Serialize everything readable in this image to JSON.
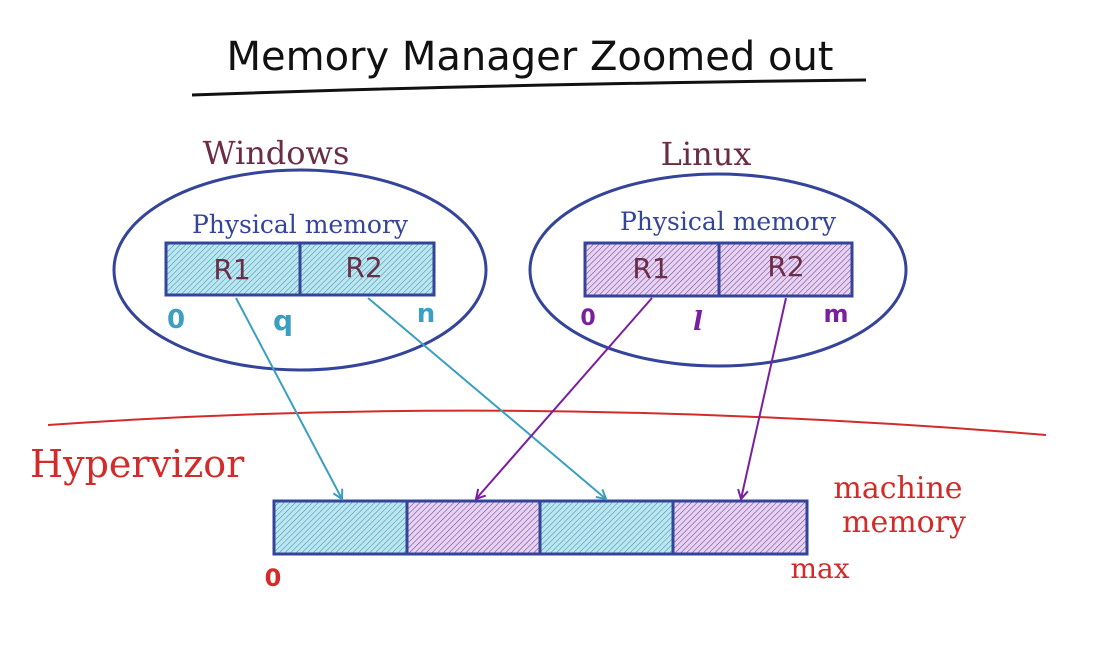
{
  "title": "Memory Manager Zoomed out",
  "colors": {
    "ink": "#111111",
    "os_label": "#6b2d45",
    "outline": "#34449a",
    "teal": "#3a9fc0",
    "teal_fill": "#bfe6ee",
    "purple": "#7a1fa0",
    "purple_fill": "#d6c2e6",
    "region_text": "#6b2d45",
    "red": "#d42a2a"
  },
  "windows": {
    "label": "Windows",
    "memory_label": "Physical memory",
    "regions": [
      "R1",
      "R2"
    ],
    "marks": [
      "0",
      "q",
      "n"
    ]
  },
  "linux": {
    "label": "Linux",
    "memory_label": "Physical memory",
    "regions": [
      "R1",
      "R2"
    ],
    "marks": [
      "0",
      "l",
      "m"
    ]
  },
  "hypervisor": {
    "label": "Hypervizor",
    "machine_label_line1": "machine",
    "machine_label_line2": "memory",
    "start_mark": "0",
    "end_mark": "max",
    "blocks": [
      "windows-R1",
      "linux-R1",
      "windows-R2",
      "linux-R2"
    ]
  }
}
